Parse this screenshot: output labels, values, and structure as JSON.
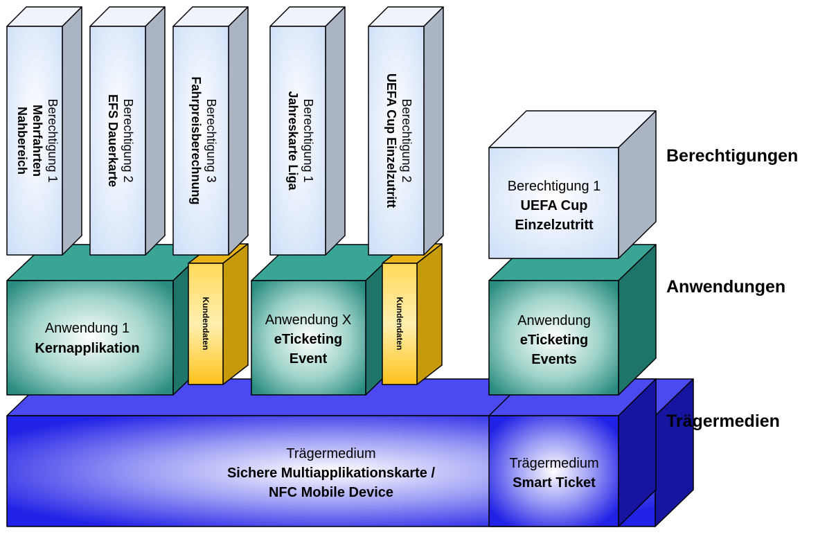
{
  "colors": {
    "berechtigung_front": "#dfe9fb",
    "anwendung_front": "#2e9486",
    "kundendaten_front": "#ffc820",
    "traeger_front": "#2525ee"
  },
  "left_stack": {
    "berechtigungen": [
      {
        "line1": "Berechtigung 1",
        "line2": "Mehrfahrten",
        "line3": "Nahbereich"
      },
      {
        "line1": "Berechtigung 2",
        "line2": "EFS Dauerkarte"
      },
      {
        "line1": "Berechtigung 3",
        "line2": "Fahrpreisberechnung"
      },
      {
        "line1": "Berechtigung 1",
        "line2": "Jahreskarte Liga"
      },
      {
        "line1": "Berechtigung 2",
        "line2": "UEFA Cup Einzelzutritt"
      }
    ],
    "anwendung_1": {
      "line1": "Anwendung 1",
      "line2": "Kernapplikation"
    },
    "kundendaten_1": "Kundendaten",
    "anwendung_x": {
      "line1": "Anwendung X",
      "line2": "eTicketing",
      "line3": "Event"
    },
    "kundendaten_2": "Kundendaten",
    "traegermedium": {
      "line1": "Trägermedium",
      "line2": "Sichere Multiapplikationskarte /",
      "line3": "NFC Mobile Device"
    }
  },
  "right_stack": {
    "berechtigung": {
      "line1": "Berechtigung 1",
      "line2": "UEFA Cup",
      "line3": "Einzelzutritt"
    },
    "anwendung": {
      "line1": "Anwendung",
      "line2": "eTicketing",
      "line3": "Events"
    },
    "traegermedium": {
      "line1": "Trägermedium",
      "line2": "Smart Ticket"
    }
  },
  "layer_labels": {
    "berechtigungen": "Berechtigungen",
    "anwendungen": "Anwendungen",
    "traegermedien": "Trägermedien"
  }
}
